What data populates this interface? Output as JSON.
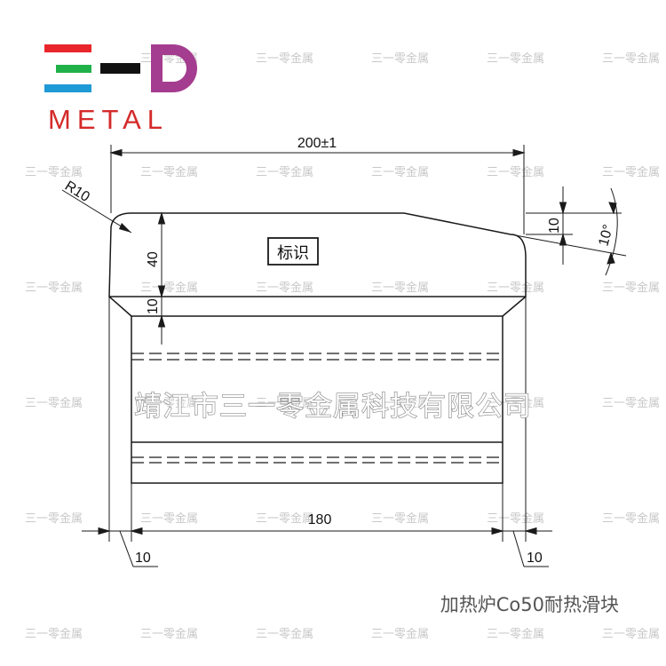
{
  "watermark": {
    "text": "三一零金属"
  },
  "logo": {
    "word": "METAL",
    "colors": {
      "red": "#e8262b",
      "green": "#21b14a",
      "blue": "#1e9ad6",
      "black": "#111111",
      "purple": "#a43d8f",
      "text": "#d42a2a"
    }
  },
  "drawing": {
    "overall_length": "200±1",
    "radius": "R10",
    "height_upper": "40",
    "height_lower": "10",
    "bevel_height": "10",
    "bevel_angle": "10°",
    "inner_length": "180",
    "left_offset": "10",
    "right_offset": "10",
    "mark_label": "标识"
  },
  "company_name": "靖江市三一零金属科技有限公司",
  "caption": "加热炉Co50耐热滑块"
}
